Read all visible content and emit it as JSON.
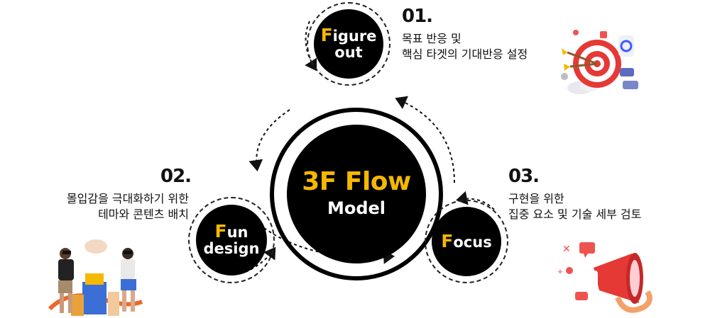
{
  "center": {
    "line1": "3F Flow",
    "line2": "Model"
  },
  "steps": [
    {
      "id": "figure-out",
      "initial": "F",
      "rest_line1": "igure",
      "line2": "out",
      "number": "01.",
      "desc_line1": "목표 반응 및",
      "desc_line2": "핵심 타겟의 기대반응 설정"
    },
    {
      "id": "fun-design",
      "initial": "F",
      "rest_line1": "un",
      "line2": "design",
      "number": "02.",
      "desc_line1": "몰입감을 극대화하기 위한",
      "desc_line2": "테마와 콘텐츠 배치"
    },
    {
      "id": "focus",
      "initial": "F",
      "rest_line1": "ocus",
      "line2": "",
      "number": "03.",
      "desc_line1": "구현을 위한",
      "desc_line2": "집중 요소 및 기술 세부 검토"
    }
  ],
  "colors": {
    "accent": "#f5b800",
    "dark": "#000000",
    "bg": "#ffffff"
  },
  "illustrations": [
    "target-dart-illustration",
    "vr-users-illustration",
    "megaphone-illustration"
  ]
}
